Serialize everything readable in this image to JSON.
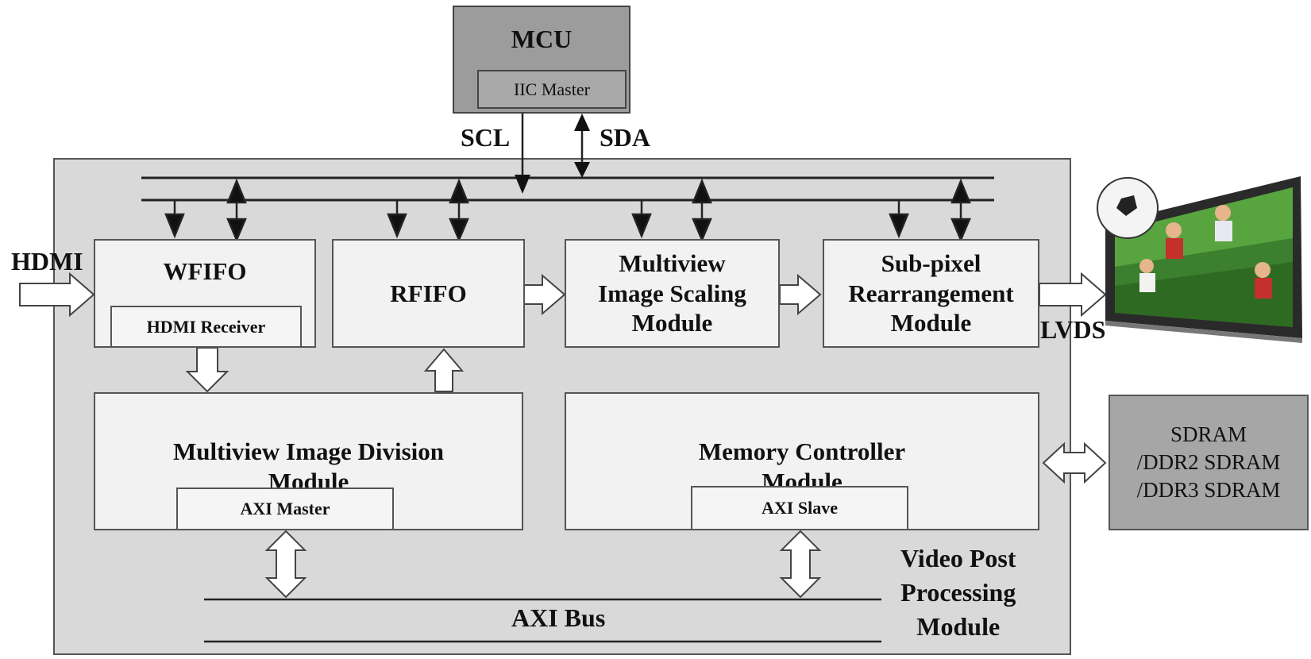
{
  "mcu": {
    "title": "MCU",
    "iic_master": "IIC Master",
    "scl": "SCL",
    "sda": "SDA"
  },
  "blocks": {
    "wfifo": "WFIFO",
    "hdmi_receiver": "HDMI Receiver",
    "rfifo": "RFIFO",
    "scaling": [
      "Multiview",
      "Image Scaling",
      "Module"
    ],
    "subpixel": [
      "Sub-pixel",
      "Rearrangement",
      "Module"
    ],
    "division": [
      "Multiview Image Division",
      "Module"
    ],
    "axi_master": "AXI Master",
    "memctrl": [
      "Memory Controller",
      "Module"
    ],
    "axi_slave": "AXI Slave"
  },
  "io": {
    "hdmi": "HDMI",
    "lvds": "LVDS"
  },
  "sdram": [
    "SDRAM",
    "/DDR2 SDRAM",
    "/DDR3 SDRAM"
  ],
  "bus": {
    "axi": "AXI Bus"
  },
  "module_label": [
    "Video Post",
    "Processing",
    "Module"
  ],
  "display_image": "3D display showing soccer players"
}
